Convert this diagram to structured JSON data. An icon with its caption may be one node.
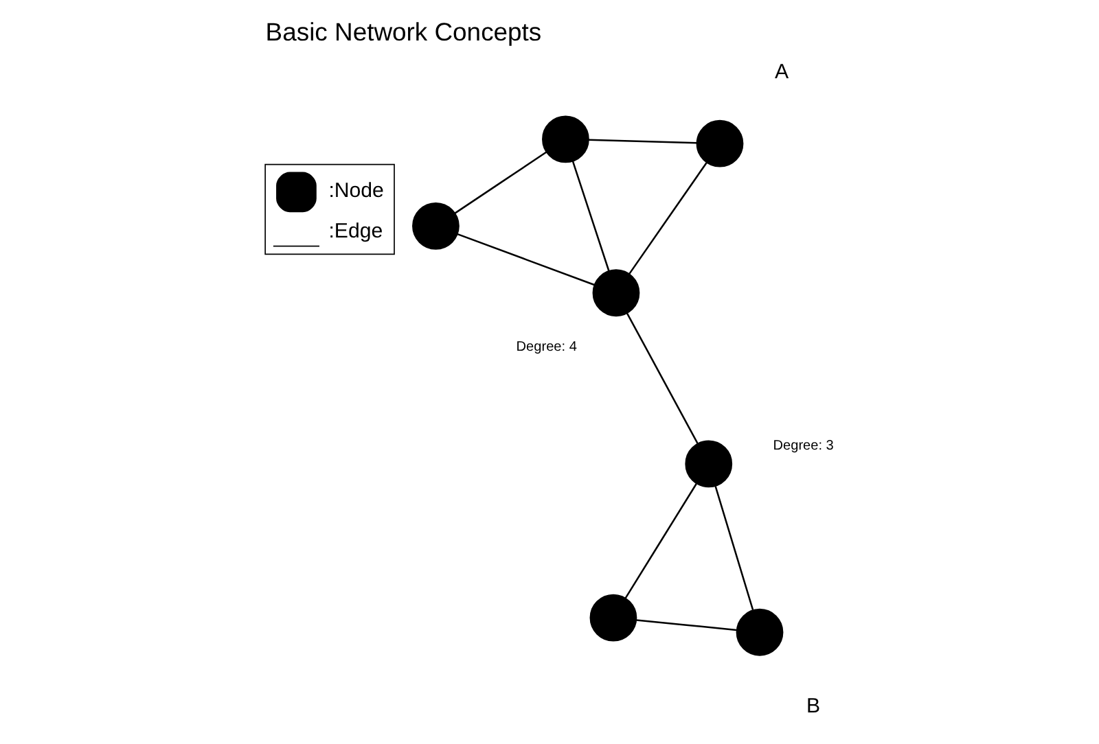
{
  "diagram": {
    "title": "Basic Network Concepts",
    "nodes": [
      {
        "text": [],
        "shape": "circle"
      },
      {
        "text": [],
        "shape": "circle"
      },
      {
        "text": [],
        "shape": "circle"
      },
      {
        "text": [],
        "shape": "circle"
      },
      {
        "text": [],
        "shape": "circle"
      },
      {
        "text": [],
        "shape": "circle"
      },
      {
        "text": [],
        "shape": "circle"
      }
    ],
    "edges": [
      {
        "from": 0,
        "to": 1,
        "arrow": "none"
      },
      {
        "from": 1,
        "to": 3,
        "arrow": "none"
      },
      {
        "from": 0,
        "to": 3,
        "arrow": "none"
      },
      {
        "from": 0,
        "to": 2,
        "arrow": "none"
      },
      {
        "from": 2,
        "to": 3,
        "arrow": "none"
      },
      {
        "from": 3,
        "to": 4,
        "arrow": "none"
      },
      {
        "from": 4,
        "to": 5,
        "arrow": "none"
      },
      {
        "from": 5,
        "to": 6,
        "arrow": "none"
      },
      {
        "from": 4,
        "to": 6,
        "arrow": "none"
      }
    ],
    "labels": [
      "A",
      "Degree: 4",
      "B",
      "Degree: 3"
    ],
    "legend": [
      {
        "text": ":Node"
      },
      {
        "text": ":Edge"
      }
    ]
  }
}
